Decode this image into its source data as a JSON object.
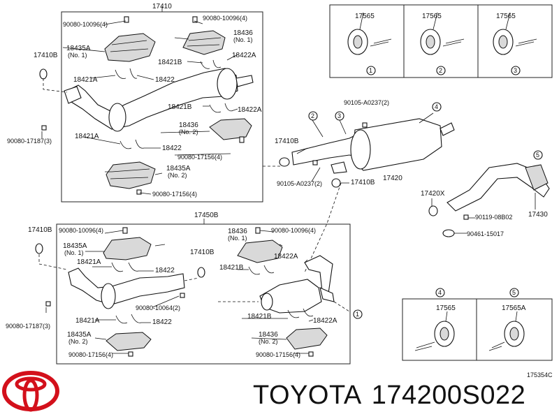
{
  "diagram_id": "175354C",
  "brand": {
    "name": "TOYOTA",
    "part_number": "174200S022",
    "logo": "toyota-logo"
  },
  "groups": {
    "top": "17410",
    "bottom": "17450B"
  },
  "labels": {
    "t_90080_10096_l": "90080-10096(4)",
    "t_90080_10096_r": "90080-10096(4)",
    "t_17410": "17410",
    "t_18436_1": "18436",
    "t_no1_a": "(No. 1)",
    "t_18435A_1": "18435A",
    "t_no1_b": "(No. 1)",
    "t_17410B_l": "17410B",
    "t_18421B_a": "18421B",
    "t_18422A_a": "18422A",
    "t_18421A_a": "18421A",
    "t_18422_a": "18422",
    "t_18421B_b": "18421B",
    "t_18422A_b": "18422A",
    "t_18436_2": "18436",
    "t_no2_a": "(No. 2)",
    "t_18421A_b": "18421A",
    "t_18422_b": "18422",
    "t_90080_17187_a": "90080-17187(3)",
    "t_90080_17156_a": "90080-17156(4)",
    "t_18435A_2": "18435A",
    "t_no2_b": "(No. 2)",
    "t_90080_17156_b": "90080-17156(4)",
    "t_17565_1": "17565",
    "t_17565_2": "17565",
    "t_17565_3": "17565",
    "c1": "1",
    "c2": "2",
    "c3": "3",
    "m_2": "2",
    "m_3": "3",
    "m_4": "4",
    "t_90105_A0237_a": "90105-A0237(2)",
    "t_17410B_m": "17410B",
    "t_17420": "17420",
    "t_90105_A0237_b": "90105-A0237(2)",
    "t_17410B_m2": "17410B",
    "m_5": "5",
    "t_17420X": "17420X",
    "t_90119_08B02": "90119-08B02",
    "t_90461_15017": "90461-15017",
    "t_17430": "17430",
    "b_17450B": "17450B",
    "b_17410B_l": "17410B",
    "b_90080_10096_l": "90080-10096(4)",
    "b_18436": "18436",
    "b_no1_a": "(No. 1)",
    "b_90080_10096_r": "90080-10096(4)",
    "b_18435A_1": "18435A",
    "b_no1_b": "(No. 1)",
    "b_17410B_m": "17410B",
    "b_18421A_a": "18421A",
    "b_18422_a": "18422",
    "b_18422A_a": "18422A",
    "b_18421B_a": "18421B",
    "b_90080_10064": "90080-10064(2)",
    "b_18421A_b": "18421A",
    "b_18422_b": "18422",
    "b_18421B_b": "18421B",
    "b_18422A_b": "18422A",
    "b_90080_17187": "90080-17187(3)",
    "b_18435A_2": "18435A",
    "b_no2_a": "(No. 2)",
    "b_18436_2": "18436",
    "b_no2_b": "(No. 2)",
    "b_90080_17156_a": "90080-17156(4)",
    "b_90080_17156_b": "90080-17156(4)",
    "b_circle1": "1",
    "k_4": "4",
    "k_5": "5",
    "k_17565": "17565",
    "k_17565A": "17565A"
  }
}
